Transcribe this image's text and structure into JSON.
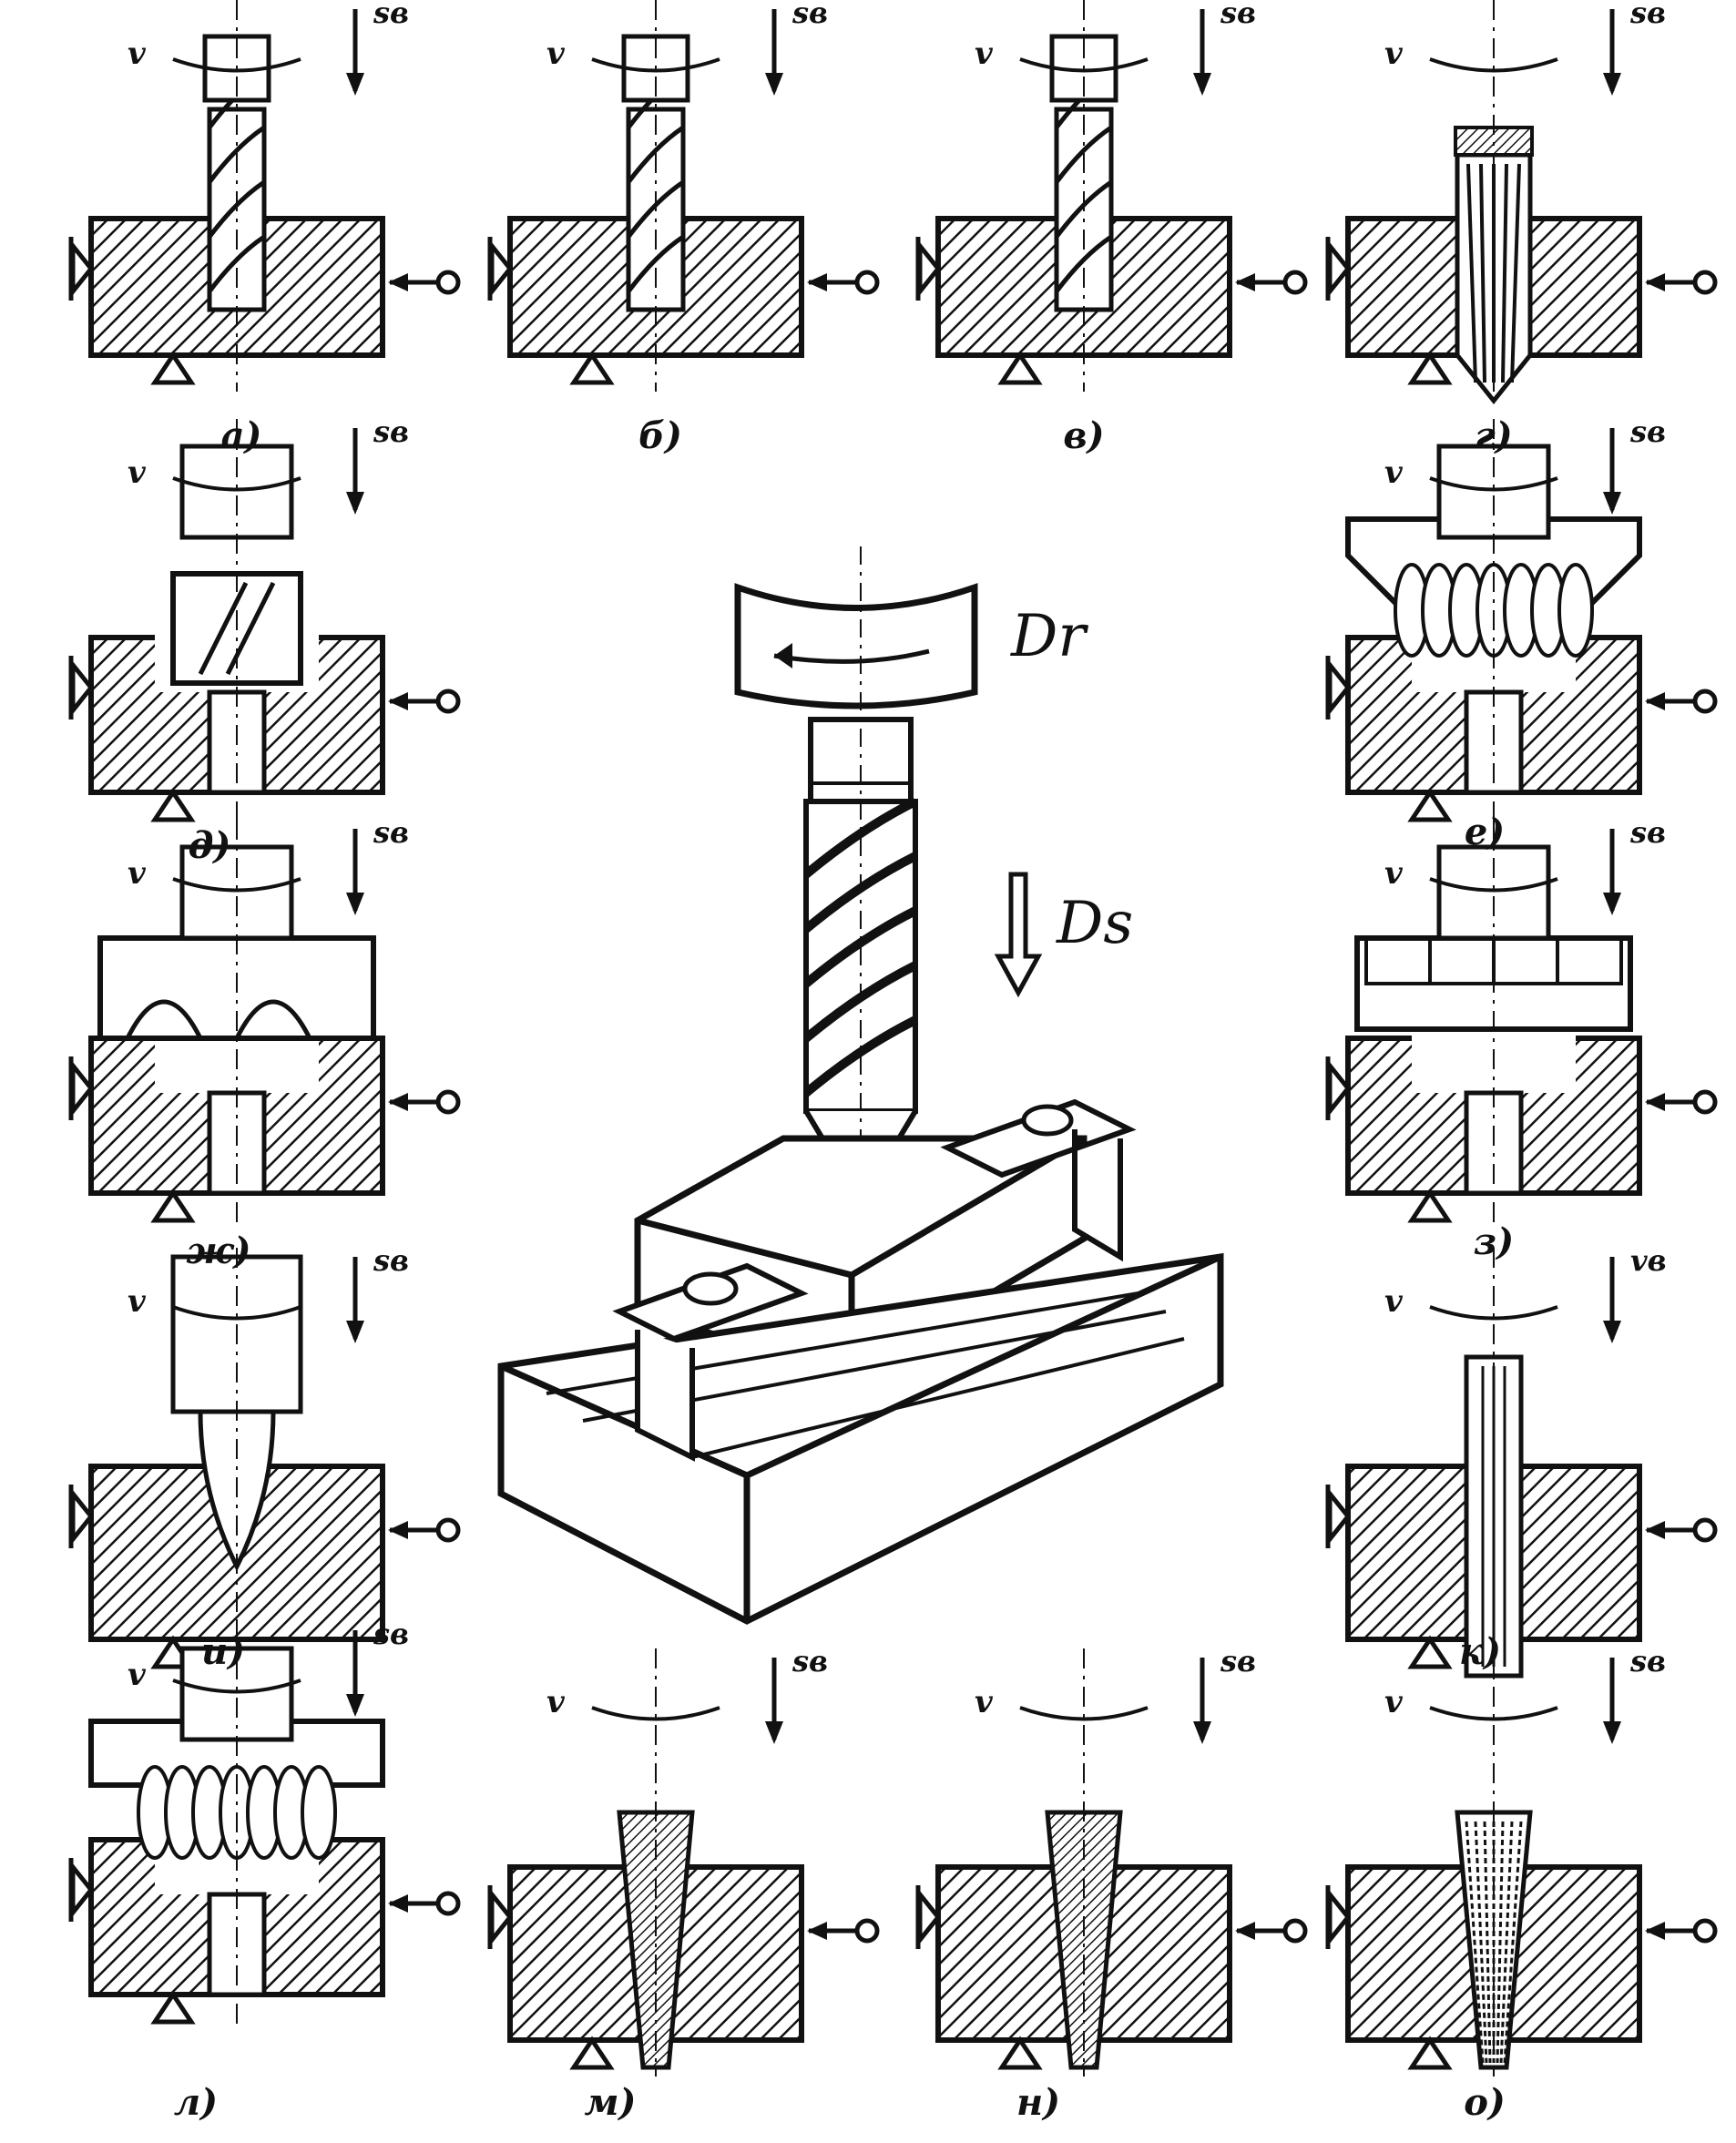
{
  "center": {
    "rotation_label": "Dr",
    "feed_label": "Ds"
  },
  "labels": {
    "v": "v",
    "sv": "sв",
    "vv": "vв"
  },
  "panels": [
    {
      "id": "a",
      "caption": "а)",
      "type": "drill"
    },
    {
      "id": "b",
      "caption": "б)",
      "type": "drill-enlarge"
    },
    {
      "id": "v",
      "caption": "в)",
      "type": "drill-deepen"
    },
    {
      "id": "g",
      "caption": "г)",
      "type": "reamer-through"
    },
    {
      "id": "d",
      "caption": "д)",
      "type": "counterbore-cyl"
    },
    {
      "id": "e",
      "caption": "е)",
      "type": "countersink-cone"
    },
    {
      "id": "zh",
      "caption": "ж)",
      "type": "counterbore-teeth"
    },
    {
      "id": "z",
      "caption": "з)",
      "type": "counterbore-step"
    },
    {
      "id": "i",
      "caption": "и)",
      "type": "center-drill"
    },
    {
      "id": "k",
      "caption": "к)",
      "type": "tap-through"
    },
    {
      "id": "l",
      "caption": "л)",
      "type": "spotface"
    },
    {
      "id": "m",
      "caption": "м)",
      "type": "taper-reamer-1"
    },
    {
      "id": "n",
      "caption": "н)",
      "type": "taper-reamer-2"
    },
    {
      "id": "o",
      "caption": "о)",
      "type": "taper-reamer-3"
    }
  ]
}
